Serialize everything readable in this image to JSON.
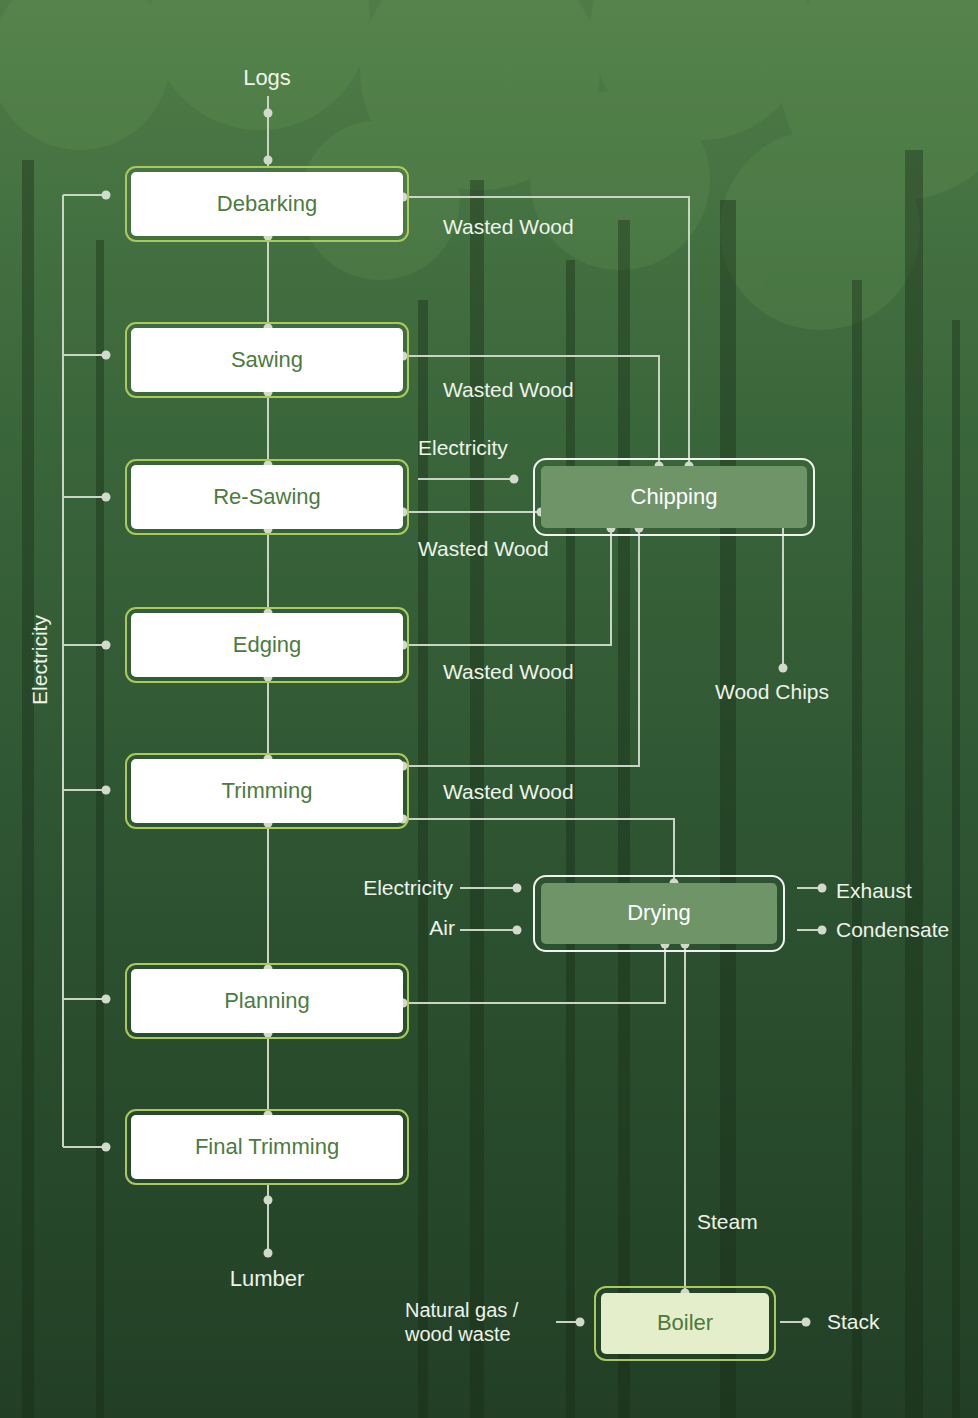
{
  "diagram": {
    "nodes": [
      {
        "text": [
          "Debarking"
        ]
      },
      {
        "text": [
          "Sawing"
        ]
      },
      {
        "text": [
          "Re-Sawing"
        ]
      },
      {
        "text": [
          "Chipping"
        ]
      },
      {
        "text": [
          "Edging"
        ]
      },
      {
        "text": [
          "Trimming"
        ]
      },
      {
        "text": [
          "Drying"
        ]
      },
      {
        "text": [
          "Planning"
        ]
      },
      {
        "text": [
          "Final Trimming"
        ]
      },
      {
        "text": [
          "Boiler"
        ]
      }
    ],
    "edges": [
      {
        "from": 0,
        "to": 1,
        "arrow": "none"
      },
      {
        "from": 0,
        "to": 3,
        "label": "Wasted Wood",
        "arrow": "none"
      },
      {
        "from": 1,
        "to": 2,
        "arrow": "none"
      },
      {
        "from": 1,
        "to": 3,
        "label": "Wasted Wood",
        "arrow": "none"
      },
      {
        "from": 2,
        "to": 4,
        "arrow": "none"
      },
      {
        "from": 2,
        "to": 3,
        "label": "Wasted Wood",
        "arrow": "none"
      },
      {
        "from": 4,
        "to": 5,
        "arrow": "none"
      },
      {
        "from": 4,
        "to": 3,
        "label": "Wasted Wood",
        "arrow": "none"
      },
      {
        "from": 5,
        "to": 7,
        "arrow": "none"
      },
      {
        "from": 5,
        "to": 3,
        "label": "Wasted Wood",
        "arrow": "none"
      },
      {
        "from": 5,
        "to": 6,
        "arrow": "none"
      },
      {
        "from": 7,
        "to": 8,
        "arrow": "none"
      },
      {
        "from": 7,
        "to": 6,
        "arrow": "none"
      },
      {
        "from": 9,
        "to": 6,
        "label": "Steam",
        "arrow": "none"
      }
    ],
    "labels": [
      "Logs",
      "Lumber",
      "Electricity",
      "Electricity",
      "Wood Chips",
      "Electricity",
      "Air",
      "Exhaust",
      "Condensate",
      "Natural gas / wood waste",
      "Stack"
    ]
  }
}
